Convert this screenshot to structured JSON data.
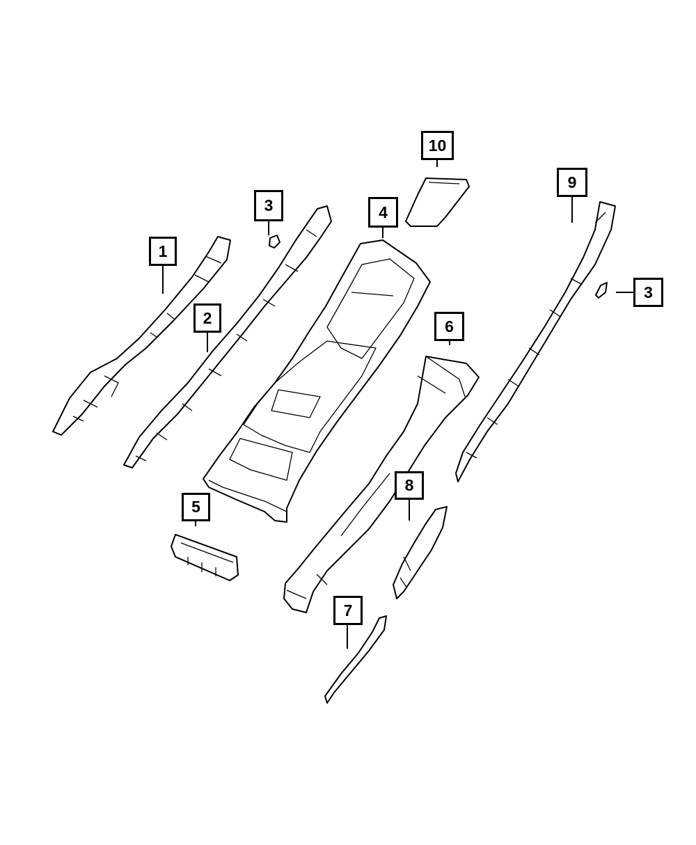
{
  "callouts": {
    "c1": "1",
    "c2": "2",
    "c3a": "3",
    "c3b": "3",
    "c4": "4",
    "c5": "5",
    "c6": "6",
    "c7": "7",
    "c8": "8",
    "c9": "9",
    "c10": "10"
  },
  "colors": {
    "line": "#000000",
    "background": "#ffffff"
  }
}
